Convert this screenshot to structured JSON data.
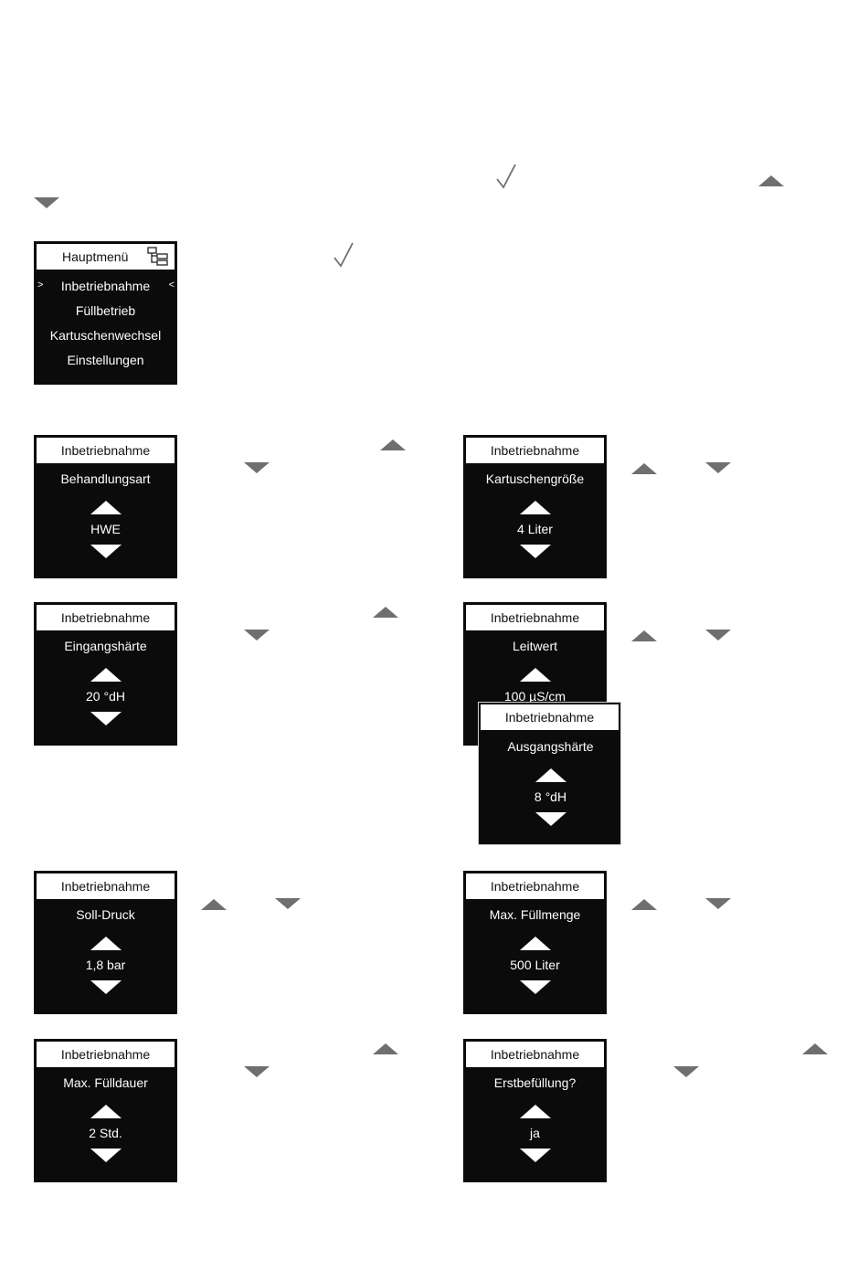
{
  "main_menu": {
    "title": "Hauptmenü",
    "icon": "menu-tree-icon",
    "items": [
      "Inbetriebnahme",
      "Füllbetrieb",
      "Kartuschenwechsel",
      "Einstellungen"
    ],
    "selected_left_marker": ">",
    "selected_right_marker": "<"
  },
  "screens": [
    {
      "header": "Inbetriebnahme",
      "label": "Behandlungsart",
      "value": "HWE"
    },
    {
      "header": "Inbetriebnahme",
      "label": "Kartuschengröße",
      "value": "4 Liter"
    },
    {
      "header": "Inbetriebnahme",
      "label": "Eingangshärte",
      "value": "20 °dH"
    },
    {
      "header": "Inbetriebnahme",
      "label": "Leitwert",
      "value": "100 µS/cm"
    },
    {
      "header": "Inbetriebnahme",
      "label": "Ausgangshärte",
      "value": "8 °dH"
    },
    {
      "header": "Inbetriebnahme",
      "label": "Soll-Druck",
      "value": "1,8 bar"
    },
    {
      "header": "Inbetriebnahme",
      "label": "Max. Füllmenge",
      "value": "500 Liter"
    },
    {
      "header": "Inbetriebnahme",
      "label": "Max. Fülldauer",
      "value": "2 Std."
    },
    {
      "header": "Inbetriebnahme",
      "label": "Erstbefüllung?",
      "value": "ja"
    }
  ],
  "colors": {
    "screen_bg": "#0b0b0b",
    "glyph_grey": "#6f6f6f"
  }
}
